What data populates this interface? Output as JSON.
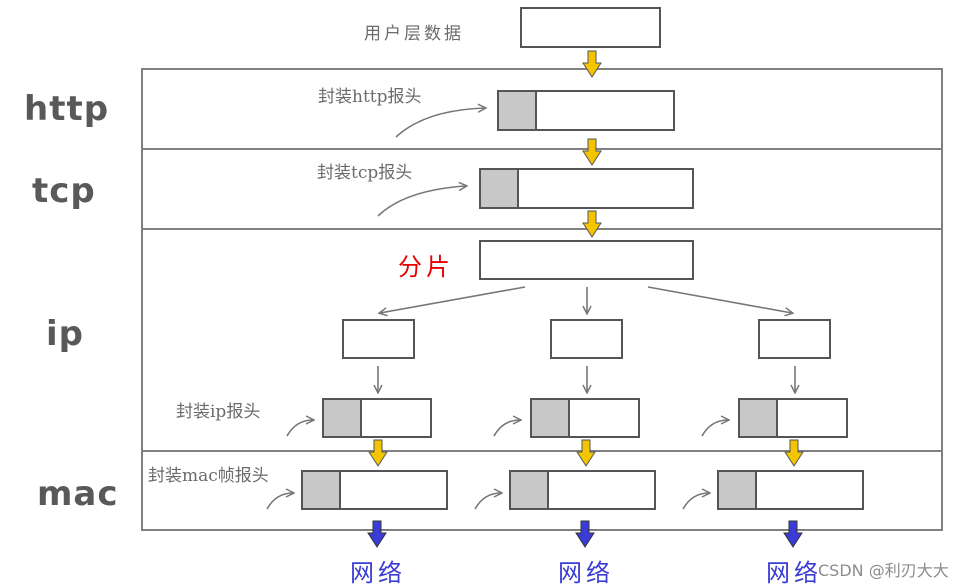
{
  "layers": {
    "http": "http",
    "tcp": "tcp",
    "ip": "ip",
    "mac": "mac"
  },
  "notes": {
    "user_data": "用户层数据",
    "wrap_http": "封装http报头",
    "wrap_tcp": "封装tcp报头",
    "fragment": "分片",
    "wrap_ip": "封装ip报头",
    "wrap_mac": "封装mac帧报头",
    "network_1": "网络",
    "network_2": "网络",
    "network_3": "网络"
  },
  "watermark": "CSDN @利刃大大",
  "colors": {
    "header_fill": "#c8c8c8",
    "frame_stroke": "#808080",
    "box_stroke": "#555555",
    "down_arrow_yellow": "#f5c400",
    "down_arrow_blue": "#3b3bd6",
    "fragment_text": "#e60000"
  }
}
